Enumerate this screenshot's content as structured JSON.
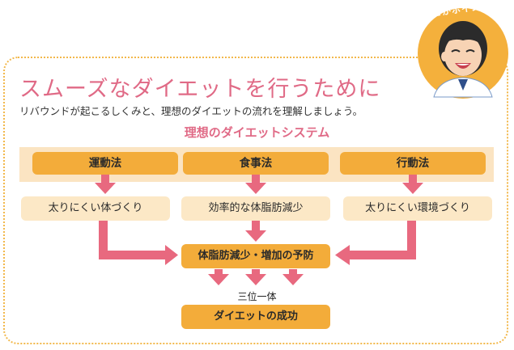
{
  "header": {
    "title": "スムーズなダイエットを行うために",
    "subtitle": "リバウンドが起こるしくみと、理想のダイエットの流れを理解しましょう。"
  },
  "badge": {
    "label": "ここがポイント"
  },
  "diagram": {
    "system_title": "理想のダイエットシステム",
    "methods": [
      "運動法",
      "食事法",
      "行動法"
    ],
    "results": [
      "太りにくい体づくり",
      "効率的な体脂肪減少",
      "太りにくい環境づくり"
    ],
    "center": "体脂肪減少・増加の予防",
    "unity": "三位一体",
    "success": "ダイエットの成功"
  },
  "colors": {
    "accent_pink": "#e06a86",
    "orange": "#f3ac3a",
    "light_orange": "#fce8c6",
    "band": "#fbe4c2",
    "arrow": "#e8697f"
  }
}
